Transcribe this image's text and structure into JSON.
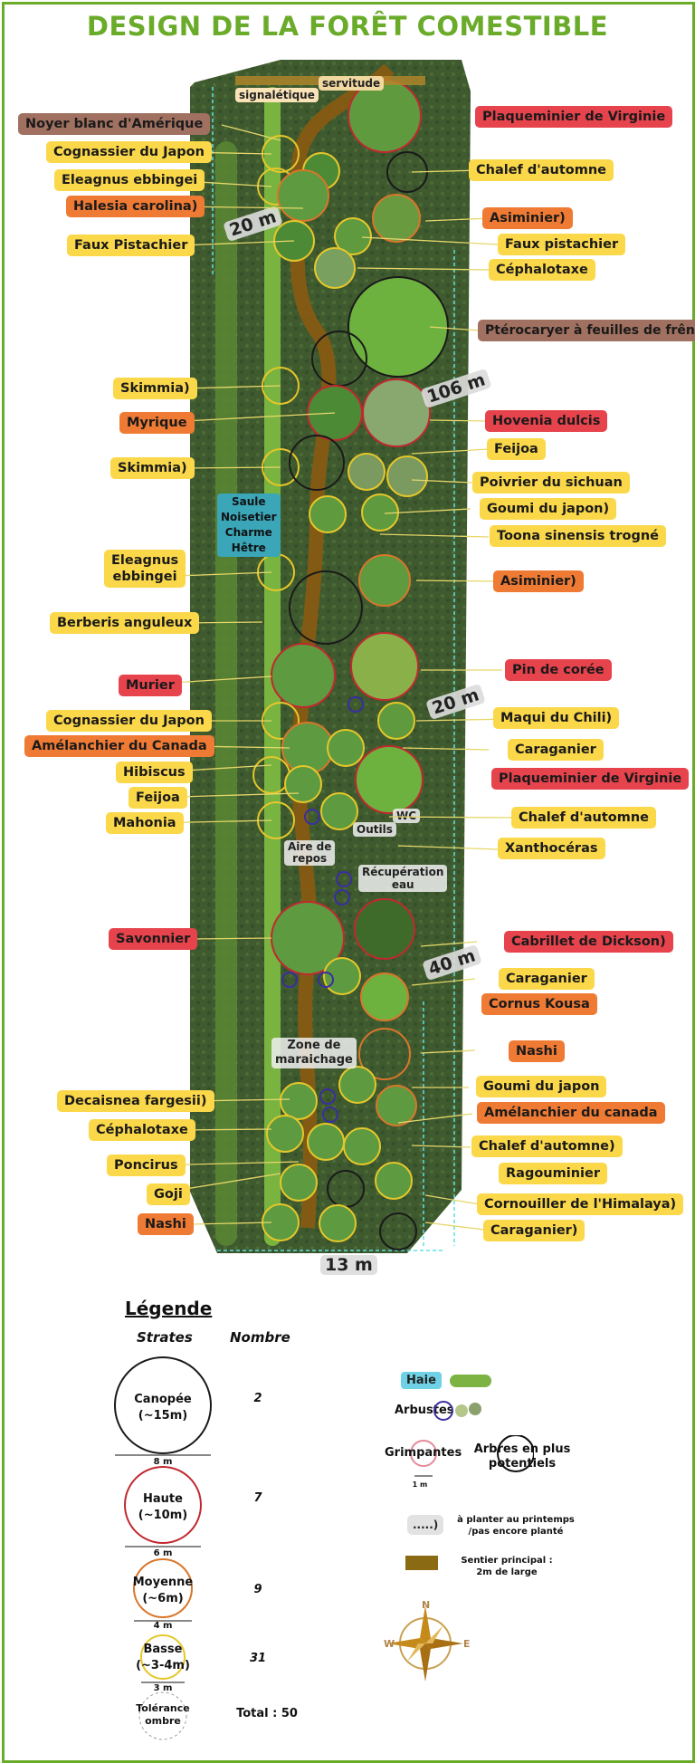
{
  "title": "DESIGN DE LA FORÊT COMESTIBLE",
  "map": {
    "top_tags": {
      "signage": "signalétique",
      "easement": "servitude"
    },
    "hedge_species": "Saule\nNoisetier\nCharme\nHêtre",
    "zones": {
      "wc": "WC",
      "tools": "Outils",
      "rest": "Aire de\nrepos",
      "water": "Récupération\neau",
      "market": "Zone de\nmaraichage"
    },
    "distances": {
      "d1": "20 m",
      "d2": "106 m",
      "d3": "20 m",
      "d4": "40 m",
      "width": "13 m"
    }
  },
  "labels_left": [
    {
      "text": "Noyer blanc d'Amérique",
      "cls": "b"
    },
    {
      "text": "Cognassier du Japon",
      "cls": "y"
    },
    {
      "text": "Eleagnus ebbingei",
      "cls": "y"
    },
    {
      "text": "Halesia carolina)",
      "cls": "o"
    },
    {
      "text": "Faux Pistachier",
      "cls": "y"
    },
    {
      "text": "Skimmia)",
      "cls": "y"
    },
    {
      "text": "Myrique",
      "cls": "o"
    },
    {
      "text": "Skimmia)",
      "cls": "y"
    },
    {
      "text": "Eleagnus\nebbingei",
      "cls": "y"
    },
    {
      "text": "Berberis anguleux",
      "cls": "y"
    },
    {
      "text": "Murier",
      "cls": "r"
    },
    {
      "text": "Cognassier du Japon",
      "cls": "y"
    },
    {
      "text": "Amélanchier du Canada",
      "cls": "o"
    },
    {
      "text": "Hibiscus",
      "cls": "y"
    },
    {
      "text": "Feijoa",
      "cls": "y"
    },
    {
      "text": "Mahonia",
      "cls": "y"
    },
    {
      "text": "Savonnier",
      "cls": "r"
    },
    {
      "text": "Decaisnea fargesii)",
      "cls": "y"
    },
    {
      "text": "Céphalotaxe",
      "cls": "y"
    },
    {
      "text": "Poncirus",
      "cls": "y"
    },
    {
      "text": "Goji",
      "cls": "y"
    },
    {
      "text": "Nashi",
      "cls": "o"
    }
  ],
  "labels_right": [
    {
      "text": "Plaqueminier de Virginie",
      "cls": "r"
    },
    {
      "text": "Chalef d'automne",
      "cls": "y"
    },
    {
      "text": "Asiminier)",
      "cls": "o"
    },
    {
      "text": "Faux pistachier",
      "cls": "y"
    },
    {
      "text": "Céphalotaxe",
      "cls": "y"
    },
    {
      "text": "Ptérocaryer à feuilles de frêne",
      "cls": "b"
    },
    {
      "text": "Hovenia dulcis",
      "cls": "r"
    },
    {
      "text": "Feijoa",
      "cls": "y"
    },
    {
      "text": "Poivrier du sichuan",
      "cls": "y"
    },
    {
      "text": "Goumi du japon)",
      "cls": "y"
    },
    {
      "text": "Toona sinensis trogné",
      "cls": "y"
    },
    {
      "text": "Asiminier)",
      "cls": "o"
    },
    {
      "text": "Pin de corée",
      "cls": "r"
    },
    {
      "text": "Maqui du Chili)",
      "cls": "y"
    },
    {
      "text": "Caraganier",
      "cls": "y"
    },
    {
      "text": "Plaqueminier de Virginie",
      "cls": "r"
    },
    {
      "text": "Chalef d'automne",
      "cls": "y"
    },
    {
      "text": "Xanthocéras",
      "cls": "y"
    },
    {
      "text": "Cabrillet de Dickson)",
      "cls": "r"
    },
    {
      "text": "Caraganier",
      "cls": "y"
    },
    {
      "text": "Cornus Kousa",
      "cls": "o"
    },
    {
      "text": "Nashi",
      "cls": "o"
    },
    {
      "text": "Goumi du japon",
      "cls": "y"
    },
    {
      "text": "Amélanchier du canada",
      "cls": "o"
    },
    {
      "text": "Chalef d'automne)",
      "cls": "y"
    },
    {
      "text": "Ragouminier",
      "cls": "y"
    },
    {
      "text": "Cornouiller de l'Himalaya)",
      "cls": "y"
    },
    {
      "text": "Caraganier)",
      "cls": "y"
    }
  ],
  "legend": {
    "title": "Légende",
    "col_strata": "Strates",
    "col_count": "Nombre",
    "strata": [
      {
        "name": "Canopée\n(~15m)",
        "scale": "8 m",
        "count": "2",
        "color": "#1a1a1a"
      },
      {
        "name": "Haute\n(~10m)",
        "scale": "6 m",
        "count": "7",
        "color": "#c0292f"
      },
      {
        "name": "Moyenne\n(~6m)",
        "scale": "4 m",
        "count": "9",
        "color": "#d9762a"
      },
      {
        "name": "Basse\n(~3-4m)",
        "scale": "3 m",
        "count": "31",
        "color": "#e5c72a"
      },
      {
        "name": "Tolérance\nombre",
        "scale": "",
        "count": "",
        "color": "#999999"
      }
    ],
    "total": "Total :  50",
    "keys": {
      "hedge": "Haie",
      "shrubs": "Arbustes",
      "climbers": "Grimpantes",
      "climbers_scale": "1 m",
      "potential": "Arbres en plus\npotentiels",
      "pending_chip": ".....)",
      "pending": "à planter au printemps\n/pas encore planté",
      "path": "Sentier principal :\n2m de large"
    },
    "compass": {
      "n": "N",
      "e": "E",
      "w": "W"
    }
  }
}
